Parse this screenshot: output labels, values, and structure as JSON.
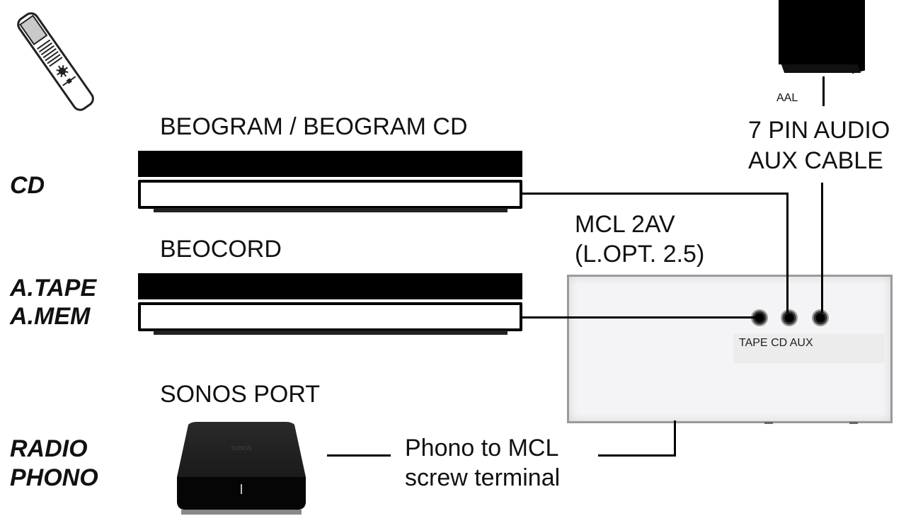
{
  "sources": {
    "cd": "CD",
    "tape": "A.TAPE",
    "mem": "A.MEM",
    "radio": "RADIO",
    "phono": "PHONO"
  },
  "devices": {
    "beogram": "BEOGRAM / BEOGRAM CD",
    "beocord": "BEOCORD",
    "sonos": "SONOS PORT",
    "mcl_line1": "MCL 2AV",
    "mcl_line2": "(L.OPT. 2.5)"
  },
  "jacks": {
    "tape": "TAPE",
    "cd": "CD",
    "aux": "AUX"
  },
  "speaker": {
    "aal": "AAL",
    "cable_line1": "7 PIN AUDIO",
    "cable_line2": "AUX CABLE"
  },
  "connection": {
    "phono_line1": "Phono to MCL",
    "phono_line2": "screw terminal"
  },
  "icons": [
    "remote-control-icon",
    "speaker-icon",
    "sonos-port-icon"
  ]
}
